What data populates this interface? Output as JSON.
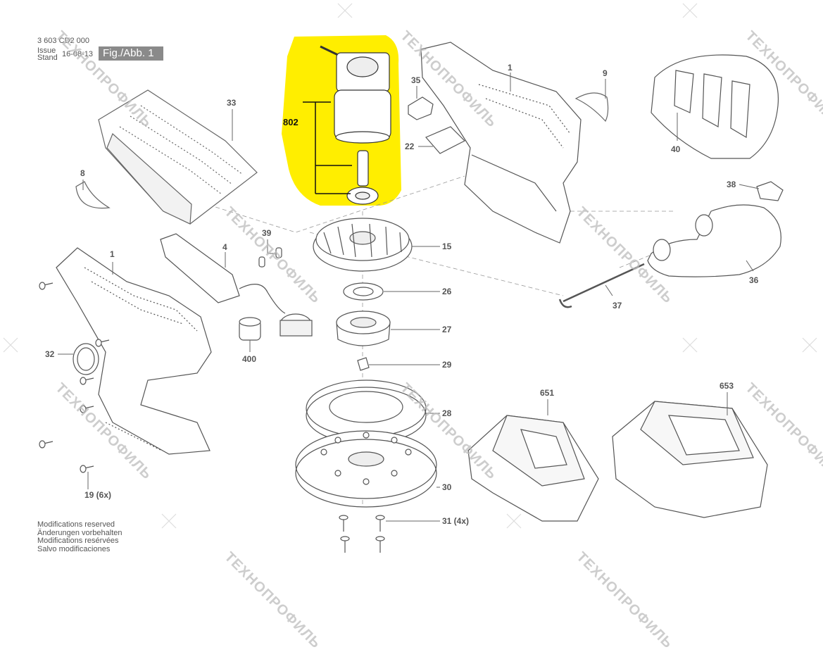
{
  "header": {
    "doc_number": "3 603 CD2 000",
    "issue_label": "Issue",
    "stand_label": "Stand",
    "date": "16-08-13",
    "figure": "Fig./Abb. 1"
  },
  "footer": [
    "Modifications reserved",
    "Änderungen vorbehalten",
    "Modifications resérvées",
    "Salvo modificaciones"
  ],
  "watermark": "ТЕХНОПРОФИЛЬ",
  "highlight_color": "#ffee00",
  "callouts": {
    "p33": "33",
    "p802": "802",
    "p35": "35",
    "p22": "22",
    "p1_top": "1",
    "p9": "9",
    "p40": "40",
    "p8": "8",
    "p38": "38",
    "p39": "39",
    "p4": "4",
    "p1_left": "1",
    "p15": "15",
    "p36": "36",
    "p26": "26",
    "p37": "37",
    "p27": "27",
    "p32": "32",
    "p400": "400",
    "p29": "29",
    "p651": "651",
    "p653": "653",
    "p28": "28",
    "p30": "30",
    "p19": "19 (6x)",
    "p31": "31 (4x)"
  }
}
